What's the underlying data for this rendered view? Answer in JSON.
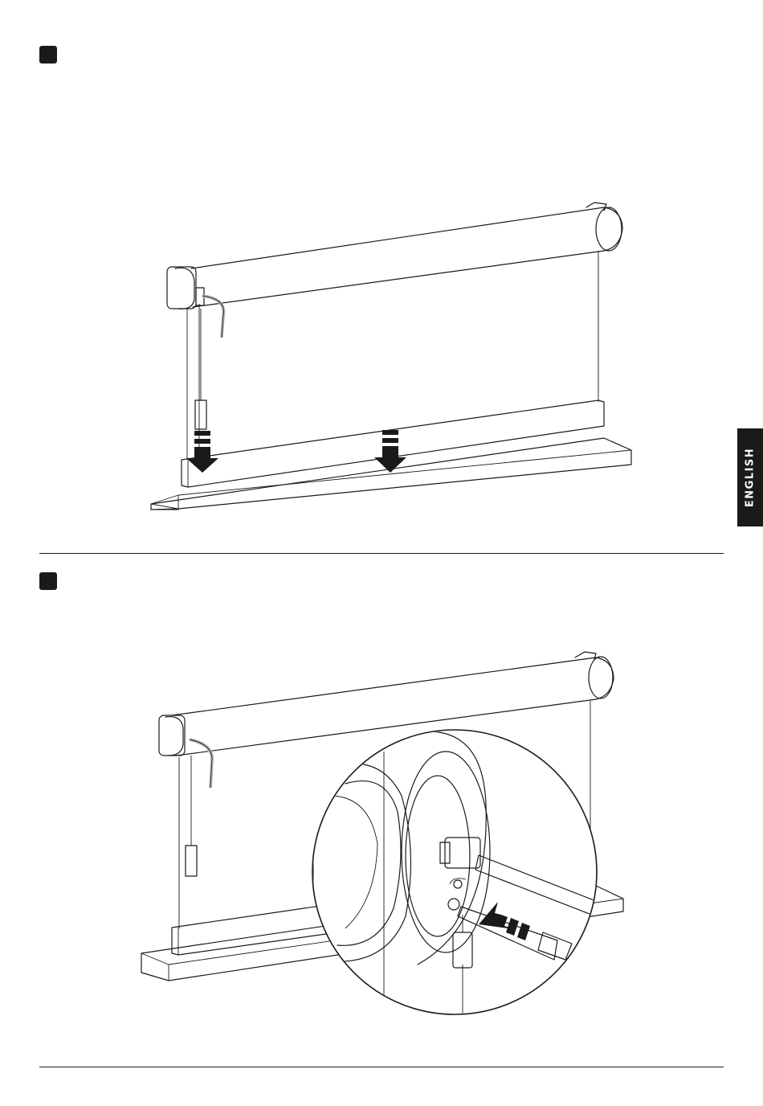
{
  "page": {
    "language_tab": "ENGLISH",
    "colors": {
      "ink": "#1a1a1a",
      "tube": "#ffffff",
      "bottom_bar": "#a9a9a9",
      "surface": "#e6e6e6",
      "cord": "#bdbdbd"
    }
  },
  "steps": [
    {
      "marker_icon": "step-square-icon",
      "illustration": "blind-bottom-bar-lowering-illustration"
    },
    {
      "marker_icon": "step-square-icon",
      "illustration": "blind-charger-connection-detail-illustration"
    }
  ]
}
